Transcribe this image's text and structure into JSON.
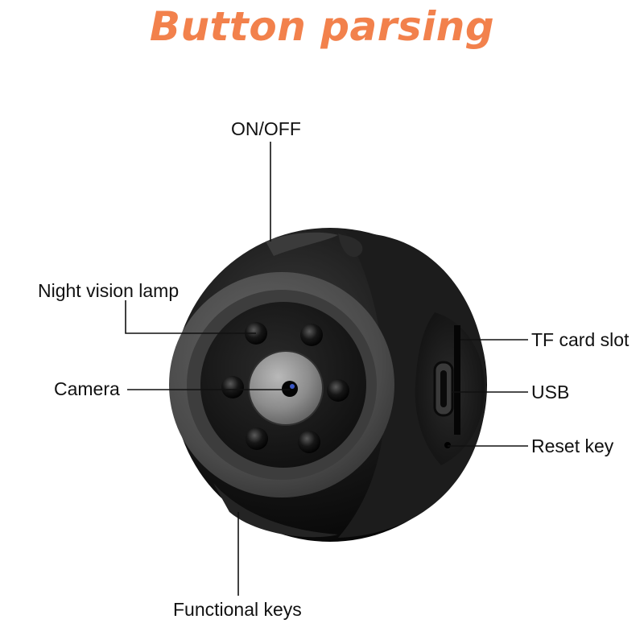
{
  "title": "Button parsing",
  "colors": {
    "title": "#f2814c",
    "device_body": "#151515",
    "leader_lines": "#111111",
    "lens_glint": "#3b57c4"
  },
  "callouts": {
    "on_off": "ON/OFF",
    "night_vision_lamp": "Night vision lamp",
    "camera": "Camera",
    "tf_card_slot": "TF card slot",
    "usb": "USB",
    "reset_key": "Reset key",
    "functional_keys": "Functional keys"
  }
}
